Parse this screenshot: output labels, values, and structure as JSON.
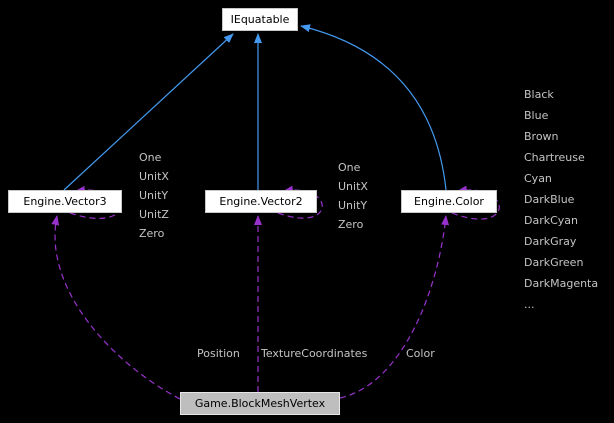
{
  "diagram": {
    "nodes": {
      "iequatable": {
        "label": "IEquatable"
      },
      "vector3": {
        "label": "Engine.Vector3"
      },
      "vector2": {
        "label": "Engine.Vector2"
      },
      "color": {
        "label": "Engine.Color"
      },
      "blockmeshvertex": {
        "label": "Game.BlockMeshVertex"
      }
    },
    "member_lists": {
      "vector3": [
        "One",
        "UnitX",
        "UnitY",
        "UnitZ",
        "Zero"
      ],
      "vector2": [
        "One",
        "UnitX",
        "UnitY",
        "Zero"
      ],
      "color": [
        "Black",
        "Blue",
        "Brown",
        "Chartreuse",
        "Cyan",
        "DarkBlue",
        "DarkCyan",
        "DarkGray",
        "DarkGreen",
        "DarkMagenta",
        "..."
      ]
    },
    "edge_labels": {
      "position": "Position",
      "texturecoordinates": "TextureCoordinates",
      "color": "Color"
    },
    "colors": {
      "background": "#000000",
      "inheritance_edge": "#4499ee",
      "usage_edge": "#9932cc",
      "node_fill": "#ffffff",
      "node_text": "#000000",
      "highlight_node_fill": "#bebebe",
      "label_text": "#c4c4c4"
    }
  }
}
